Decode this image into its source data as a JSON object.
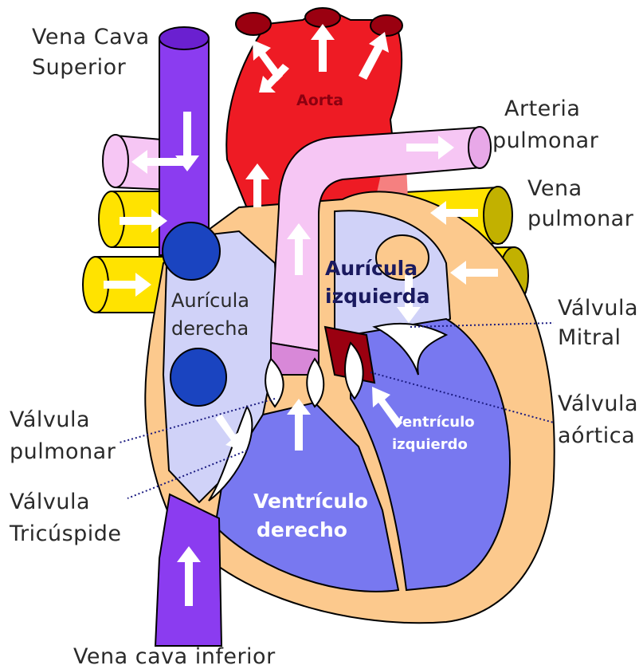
{
  "labels": {
    "vena_cava_superior": [
      "Vena Cava",
      "Superior"
    ],
    "arteria_pulmonar": [
      "Arteria",
      "pulmonar"
    ],
    "vena_pulmonar": [
      "Vena",
      "pulmonar"
    ],
    "valvula_mitral": [
      "Válvula",
      "Mitral"
    ],
    "valvula_aortica": [
      "Válvula",
      "aórtica"
    ],
    "valvula_pulmonar": [
      "Válvula",
      "pulmonar"
    ],
    "valvula_tricuspide": [
      "Válvula",
      "Tricúspide"
    ],
    "vena_cava_inferior": "Vena cava inferior",
    "aorta": "Aorta",
    "auricula_derecha": [
      "Aurícula",
      "derecha"
    ],
    "auricula_izquierda": [
      "Aurícula",
      "izquierda"
    ],
    "ventriculo_derecho": [
      "Ventrículo",
      "derecho"
    ],
    "ventriculo_izquierdo": [
      "Ventrículo",
      "izquierdo"
    ]
  },
  "colors": {
    "vena_cava": "#8b3cf0",
    "aorta": "#ee1b24",
    "pulmonary_artery": "#f6c6f4",
    "pulmonary_vein": "#ffe300",
    "heart_wall": "#fcc98d",
    "right_chamber": "#d0d2f8",
    "left_chamber": "#7878f0",
    "valve_dark": "#9a0010"
  }
}
